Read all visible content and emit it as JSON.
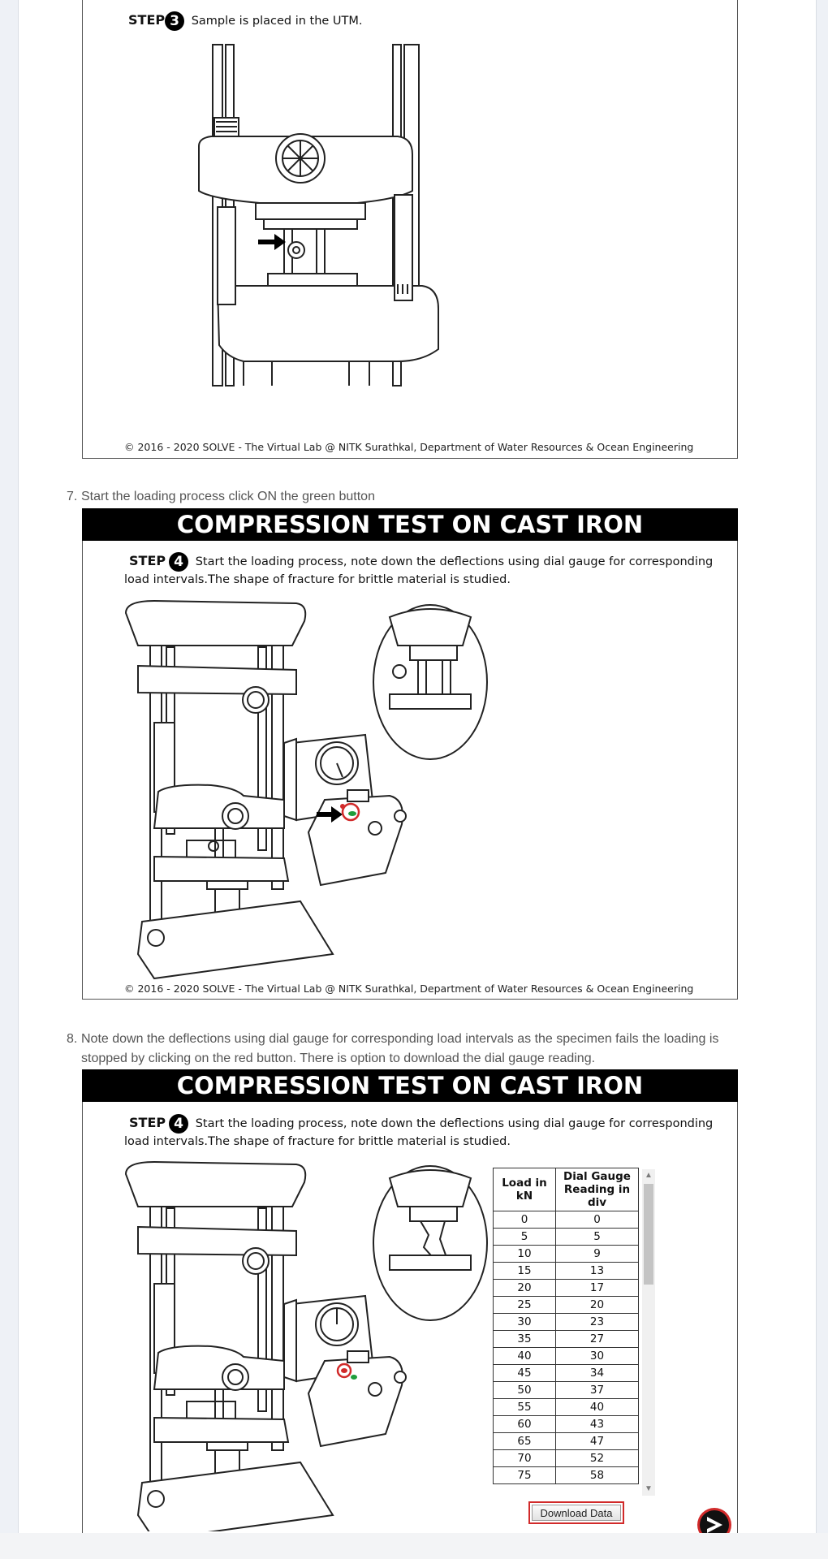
{
  "colors": {
    "banner_bg": "#000000",
    "page_bg": "#eef1f6",
    "button_green": "#1f9d3a",
    "highlight_red": "#d12a2a"
  },
  "step3": {
    "step_word": "STEP",
    "step_number": "3",
    "text": "Sample is placed in the UTM.",
    "copyright": "© 2016 - 2020 SOLVE - The Virtual Lab @ NITK Surathkal, Department of Water Resources & Ocean Engineering"
  },
  "item7": {
    "number": "7.",
    "text": "Start the loading process click ON the green button",
    "banner": "COMPRESSION TEST ON CAST IRON",
    "step_word": "STEP",
    "step_number": "4",
    "step_text_1": "Start the loading process, note down the deflections using dial gauge for corresponding",
    "step_text_2": "load intervals.The shape of fracture for brittle material is studied.",
    "copyright": "© 2016 - 2020 SOLVE - The Virtual Lab @ NITK Surathkal, Department of Water Resources & Ocean Engineering"
  },
  "item8": {
    "number": "8.",
    "text_1": "Note down the deflections using dial gauge for corresponding load intervals as the specimen fails the loading is",
    "text_2": "stopped by clicking on the red button. There is option to download the dial gauge reading.",
    "banner": "COMPRESSION TEST ON CAST IRON",
    "step_word": "STEP",
    "step_number": "4",
    "step_text_1": "Start the loading process, note down the deflections using dial gauge for corresponding",
    "step_text_2": "load intervals.The shape of fracture for brittle material is studied.",
    "table": {
      "headers": [
        "Load in kN",
        "Dial Gauge Reading in div"
      ],
      "rows": [
        [
          "0",
          "0"
        ],
        [
          "5",
          "5"
        ],
        [
          "10",
          "9"
        ],
        [
          "15",
          "13"
        ],
        [
          "20",
          "17"
        ],
        [
          "25",
          "20"
        ],
        [
          "30",
          "23"
        ],
        [
          "35",
          "27"
        ],
        [
          "40",
          "30"
        ],
        [
          "45",
          "34"
        ],
        [
          "50",
          "37"
        ],
        [
          "55",
          "40"
        ],
        [
          "60",
          "43"
        ],
        [
          "65",
          "47"
        ],
        [
          "70",
          "52"
        ],
        [
          "75",
          "58"
        ]
      ]
    },
    "download_label": "Download Data",
    "icons": {
      "scroll_up": "up-arrow-icon",
      "scroll_down": "down-arrow-icon",
      "next": "next-arrow-icon"
    }
  }
}
